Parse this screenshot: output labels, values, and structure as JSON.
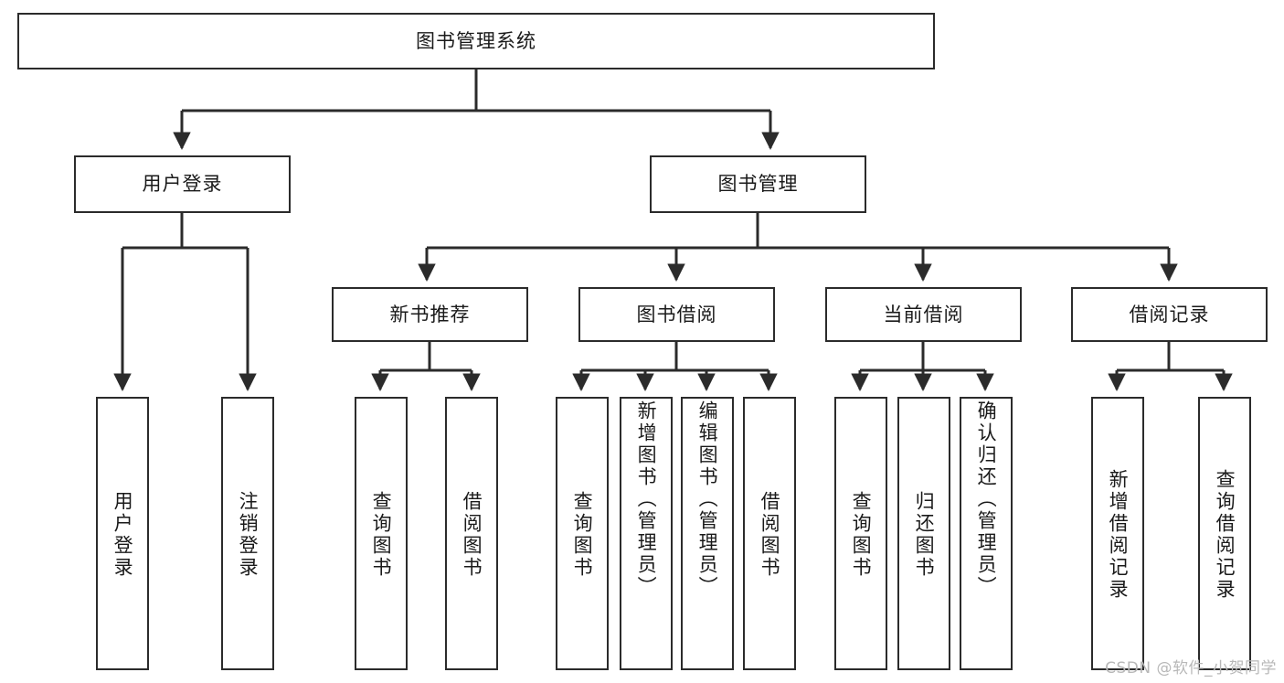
{
  "diagram": {
    "title": "图书管理系统",
    "type": "tree-hierarchy",
    "root": {
      "id": "root",
      "label": "图书管理系统"
    },
    "level2": [
      {
        "id": "user-login",
        "label": "用户登录"
      },
      {
        "id": "book-management",
        "label": "图书管理"
      }
    ],
    "level3": [
      {
        "id": "new-book-recommend",
        "label": "新书推荐",
        "parent": "book-management"
      },
      {
        "id": "book-borrow",
        "label": "图书借阅",
        "parent": "book-management"
      },
      {
        "id": "current-borrow",
        "label": "当前借阅",
        "parent": "book-management"
      },
      {
        "id": "borrow-record",
        "label": "借阅记录",
        "parent": "book-management"
      }
    ],
    "leaves": [
      {
        "id": "leaf-user-login",
        "label": "用户登录",
        "parent": "user-login"
      },
      {
        "id": "leaf-logout",
        "label": "注销登录",
        "parent": "user-login"
      },
      {
        "id": "leaf-query-book-1",
        "label": "查询图书",
        "parent": "new-book-recommend"
      },
      {
        "id": "leaf-borrow-book-1",
        "label": "借阅图书",
        "parent": "new-book-recommend"
      },
      {
        "id": "leaf-query-book-2",
        "label": "查询图书",
        "parent": "book-borrow"
      },
      {
        "id": "leaf-add-book",
        "label": "新增图书（管理员）",
        "parent": "book-borrow"
      },
      {
        "id": "leaf-edit-book",
        "label": "编辑图书（管理员）",
        "parent": "book-borrow"
      },
      {
        "id": "leaf-borrow-book-2",
        "label": "借阅图书",
        "parent": "book-borrow"
      },
      {
        "id": "leaf-query-book-3",
        "label": "查询图书",
        "parent": "current-borrow"
      },
      {
        "id": "leaf-return-book",
        "label": "归还图书",
        "parent": "current-borrow"
      },
      {
        "id": "leaf-confirm-return",
        "label": "确认归还（管理员）",
        "parent": "current-borrow"
      },
      {
        "id": "leaf-add-record",
        "label": "新增借阅记录",
        "parent": "borrow-record"
      },
      {
        "id": "leaf-query-record",
        "label": "查询借阅记录",
        "parent": "borrow-record"
      }
    ]
  },
  "watermark": {
    "text": "CSDN @软件_小贺同学"
  },
  "colors": {
    "stroke": "#2b2b2b",
    "box_fill": "#ffffff",
    "text": "#1a1a1a",
    "background": "#ffffff",
    "watermark": "#b8b8b8"
  }
}
